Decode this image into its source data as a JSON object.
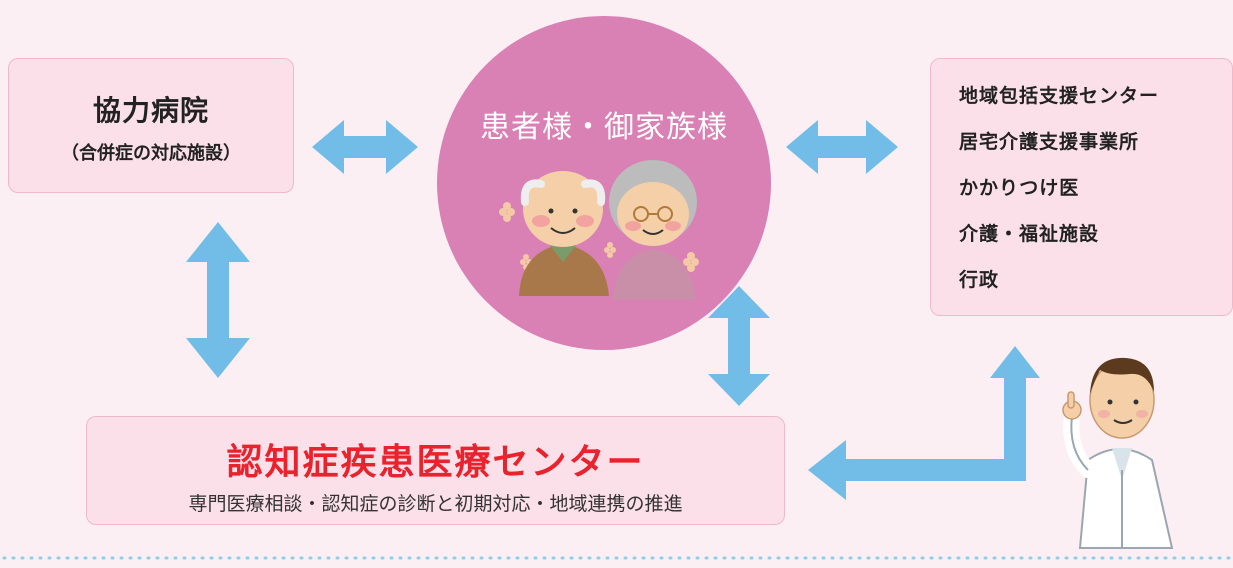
{
  "hospital": {
    "title": "協力病院",
    "subtitle": "（合併症の対応施設）"
  },
  "patient": {
    "label": "患者様・御家族様"
  },
  "partners": {
    "items": [
      "地域包括支援センター",
      "居宅介護支援事業所",
      "かかりつけ医",
      "介護・福祉施設",
      "行政"
    ]
  },
  "center": {
    "title": "認知症疾患医療センター",
    "subtitle": "専門医療相談・認知症の診断と初期対応・地域連携の推進"
  },
  "colors": {
    "background": "#fbeff4",
    "box_fill": "#fbe0ea",
    "circle": "#d980b4",
    "arrow": "#72bde8",
    "center_title": "#e8232d"
  },
  "icons": [
    "elderly-couple-icon",
    "doctor-icon"
  ]
}
